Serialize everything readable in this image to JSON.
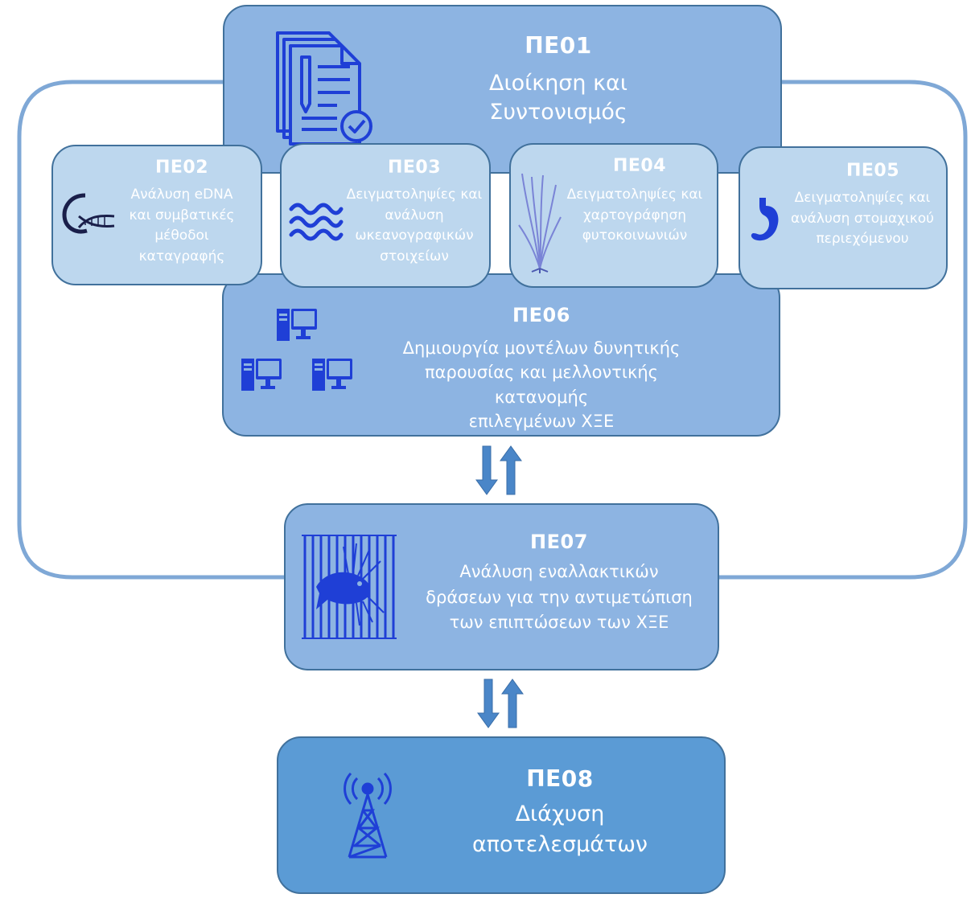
{
  "packages": {
    "pe01": {
      "code": "ΠΕ01",
      "lines": [
        "Διοίκηση και",
        "Συντονισμός"
      ],
      "icon": "document-checklist-icon"
    },
    "pe02": {
      "code": "ΠΕ02",
      "lines": [
        "Ανάλυση eDNA",
        "και συμβατικές",
        "μέθοδοι",
        "καταγραφής"
      ],
      "icon": "dna-icon"
    },
    "pe03": {
      "code": "ΠΕ03",
      "lines": [
        "Δειγματοληψίες και",
        "ανάλυση",
        "ωκεανογραφικών",
        "στοιχείων"
      ],
      "icon": "waves-icon"
    },
    "pe04": {
      "code": "ΠΕ04",
      "lines": [
        "Δειγματοληψίες και",
        "χαρτογράφηση",
        "φυτοκοινωνιών"
      ],
      "icon": "seagrass-icon"
    },
    "pe05": {
      "code": "ΠΕ05",
      "lines": [
        "Δειγματοληψίες και",
        "ανάλυση στομαχικού",
        "περιεχόμενου"
      ],
      "icon": "stomach-icon"
    },
    "pe06": {
      "code": "ΠΕ06",
      "lines": [
        "Δημιουργία μοντέλων δυνητικής",
        "παρουσίας και μελλοντικής κατανομής",
        "επιλεγμένων ΧΞΕ"
      ],
      "icon": "computers-icon"
    },
    "pe07": {
      "code": "ΠΕ07",
      "lines": [
        "Ανάλυση εναλλακτικών",
        "δράσεων για την αντιμετώπιση",
        "των επιπτώσεων των ΧΞΕ"
      ],
      "icon": "lionfish-net-icon"
    },
    "pe08": {
      "code": "ΠΕ08",
      "lines": [
        "Διάχυση",
        "αποτελεσμάτων"
      ],
      "icon": "antenna-tower-icon"
    }
  },
  "connectors": [
    "bidirectional-arrow-icon",
    "bidirectional-arrow-icon"
  ],
  "colors": {
    "dark_box": "#5b9bd5",
    "mid_box": "#8db4e2",
    "light_box": "#bdd7ee",
    "border": "#41719c",
    "loop": "#7fa8d6",
    "icon_blue": "#1f3fd6",
    "arrow": "#4a86c8",
    "text": "#ffffff"
  }
}
